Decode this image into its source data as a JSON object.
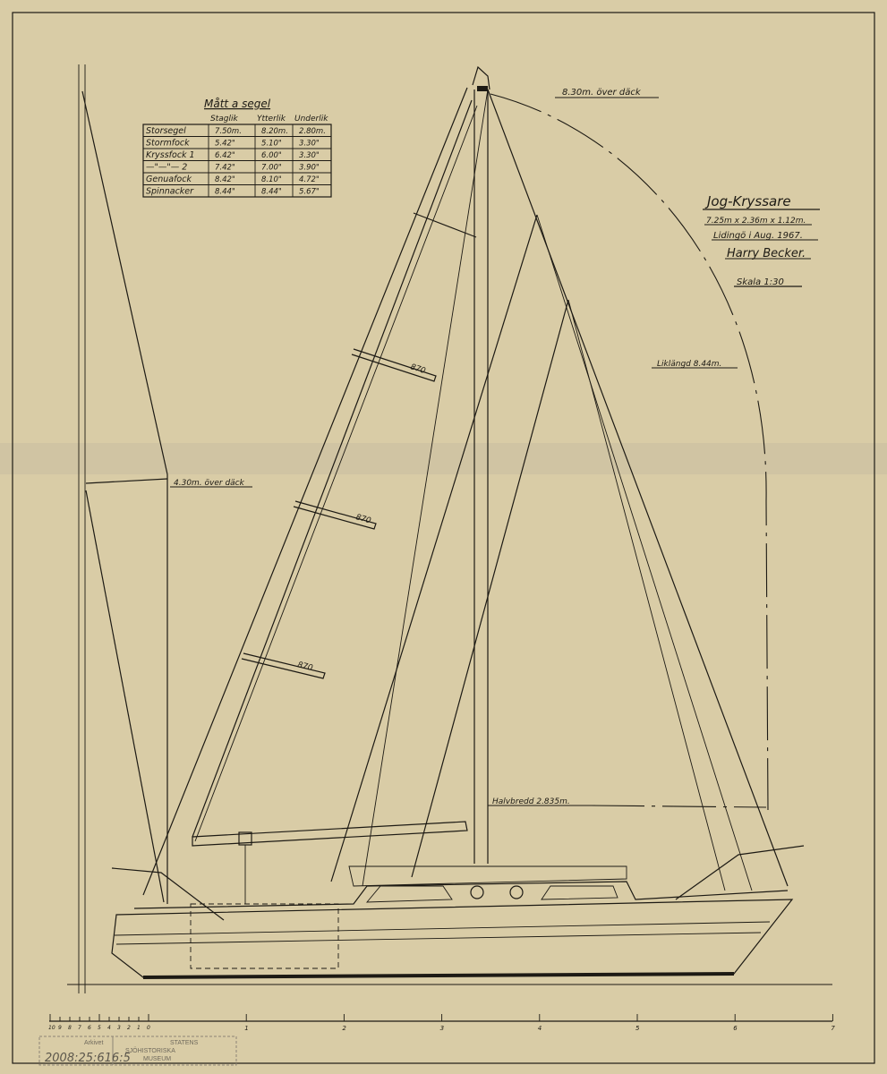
{
  "drawing": {
    "sail_table": {
      "title": "Mått a segel",
      "headers": [
        "",
        "Staglik",
        "Ytterlik",
        "Underlik"
      ],
      "rows": [
        [
          "Storsegel",
          "7.50m.",
          "8.20m.",
          "2.80m."
        ],
        [
          "Stormfock",
          "5.42\"",
          "5.10\"",
          "3.30\""
        ],
        [
          "Kryssfock 1",
          "6.42\"",
          "6.00\"",
          "3.30\""
        ],
        [
          "—\"—\"— 2",
          "7.42\"",
          "7.00\"",
          "3.90\""
        ],
        [
          "Genuafock",
          "8.42\"",
          "8.10\"",
          "4.72\""
        ],
        [
          "Spinnacker",
          "8.44\"",
          "8.44\"",
          "5.67\""
        ]
      ]
    },
    "title_block": {
      "name": "Jog-Kryssare",
      "dimensions": "7.25m x 2.36m x 1.12m.",
      "place_date": "Lidingö i Aug. 1967.",
      "designer": "Harry Becker.",
      "scale": "Skala 1:30"
    },
    "annotations": {
      "mast_height": "8.30m. över däck",
      "spinnaker_luff": "Liklängd 8.44m.",
      "small_height": "4.30m. över däck",
      "half_beam": "Halvbredd 2.835m.",
      "batten_1": "870",
      "batten_2": "870",
      "batten_3": "870"
    },
    "scale_bar": {
      "left_ticks": [
        "10",
        "9",
        "8",
        "7",
        "6",
        "5",
        "4",
        "3",
        "2",
        "1",
        "0"
      ],
      "right_ticks": [
        "1",
        "2",
        "3",
        "4",
        "5",
        "6",
        "7"
      ]
    },
    "stamp": {
      "archive": "Arkivet",
      "museum_line1": "STATENS",
      "museum_line2": "SJÖHISTORISKA",
      "museum_line3": "MUSEUM",
      "catalog_number": "2008:25:616:5"
    }
  }
}
